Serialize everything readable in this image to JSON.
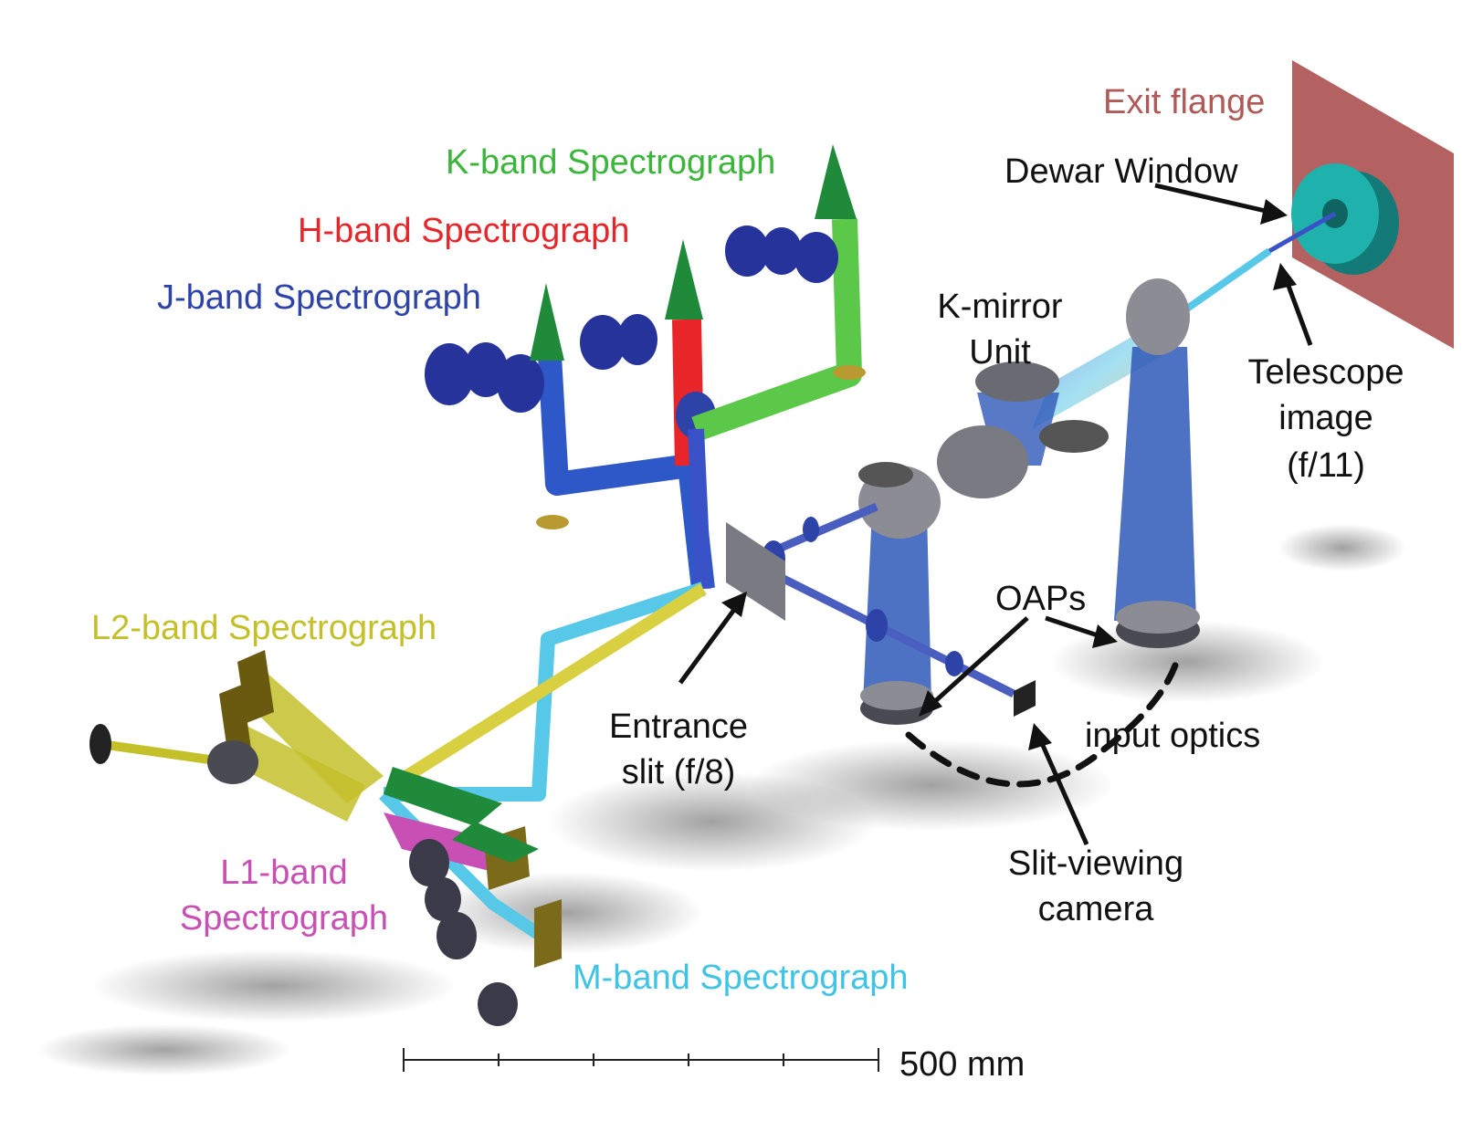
{
  "labels": {
    "exit_flange": "Exit flange",
    "dewar_window": "Dewar Window",
    "k_band": "K-band Spectrograph",
    "h_band": "H-band Spectrograph",
    "j_band": "J-band Spectrograph",
    "k_mirror_line1": "K-mirror",
    "k_mirror_line2": "Unit",
    "telescope_line1": "Telescope",
    "telescope_line2": "image",
    "telescope_line3": "(f/11)",
    "oaps": "OAPs",
    "l2_band": "L2-band Spectrograph",
    "entrance_line1": "Entrance",
    "entrance_line2": "slit (f/8)",
    "input_optics": "input optics",
    "l1_line1": "L1-band",
    "l1_line2": "Spectrograph",
    "slit_cam_line1": "Slit-viewing",
    "slit_cam_line2": "camera",
    "m_band": "M-band Spectrograph",
    "scale": "500 mm"
  },
  "colors": {
    "exit_flange": "#b05a58",
    "k_band": "#3cb53c",
    "h_band": "#e8262a",
    "j_band": "#2e43a8",
    "l2_band": "#c4c02a",
    "l1_band": "#c850b4",
    "m_band": "#40c4e6",
    "black": "#111111",
    "dewar": "#1a9e9a"
  }
}
